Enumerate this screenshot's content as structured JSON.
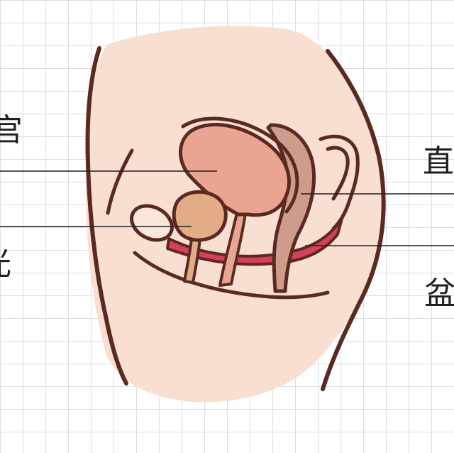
{
  "labels": {
    "uterus": "宫",
    "bladder": "光",
    "rectum": "直",
    "pelvic_floor": "盆"
  },
  "colors": {
    "background": "#ffffff",
    "grid": "#d9dee6",
    "body_skin": "#f8dfd2",
    "outline": "#5a2a22",
    "uterus": "#e9a592",
    "bladder": "#e2ad86",
    "rectum": "#cf9c8c",
    "pelvic_floor_muscle": "#d8405a",
    "leader_line": "#1f1f1f"
  }
}
